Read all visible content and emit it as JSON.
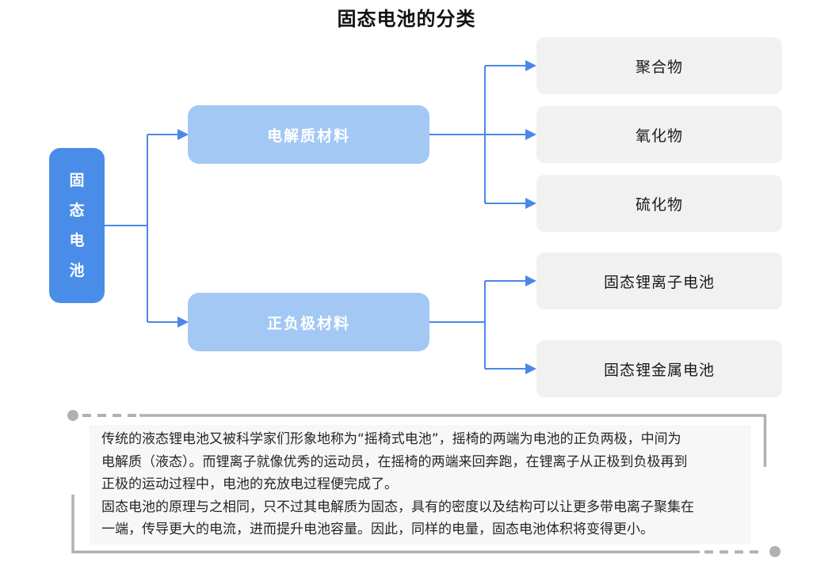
{
  "title": "固态电池的分类",
  "colors": {
    "root_node": "#4a8de9",
    "branch_node": "#a4c8f4",
    "leaf_node": "#f1f1f1",
    "connector": "#4a87e8",
    "bracket": "#b1b1b1",
    "note_panel": "#f7f7f7"
  },
  "tree": {
    "root": {
      "label": "固态电池"
    },
    "branches": [
      {
        "label": "电解质材料",
        "children": [
          "聚合物",
          "氧化物",
          "硫化物"
        ]
      },
      {
        "label": "正负极材料",
        "children": [
          "固态锂离子电池",
          "固态锂金属电池"
        ]
      }
    ]
  },
  "note": {
    "lines": [
      "传统的液态锂电池又被科学家们形象地称为“摇椅式电池”，摇椅的两端为电池的正负两极，中间为",
      "电解质（液态）。而锂离子就像优秀的运动员，在摇椅的两端来回奔跑，在锂离子从正极到负极再到",
      "正极的运动过程中，电池的充放电过程便完成了。",
      "固态电池的原理与之相同，只不过其电解质为固态，具有的密度以及结构可以让更多带电离子聚集在",
      "一端，传导更大的电流，进而提升电池容量。因此，同样的电量，固态电池体积将变得更小。"
    ]
  }
}
